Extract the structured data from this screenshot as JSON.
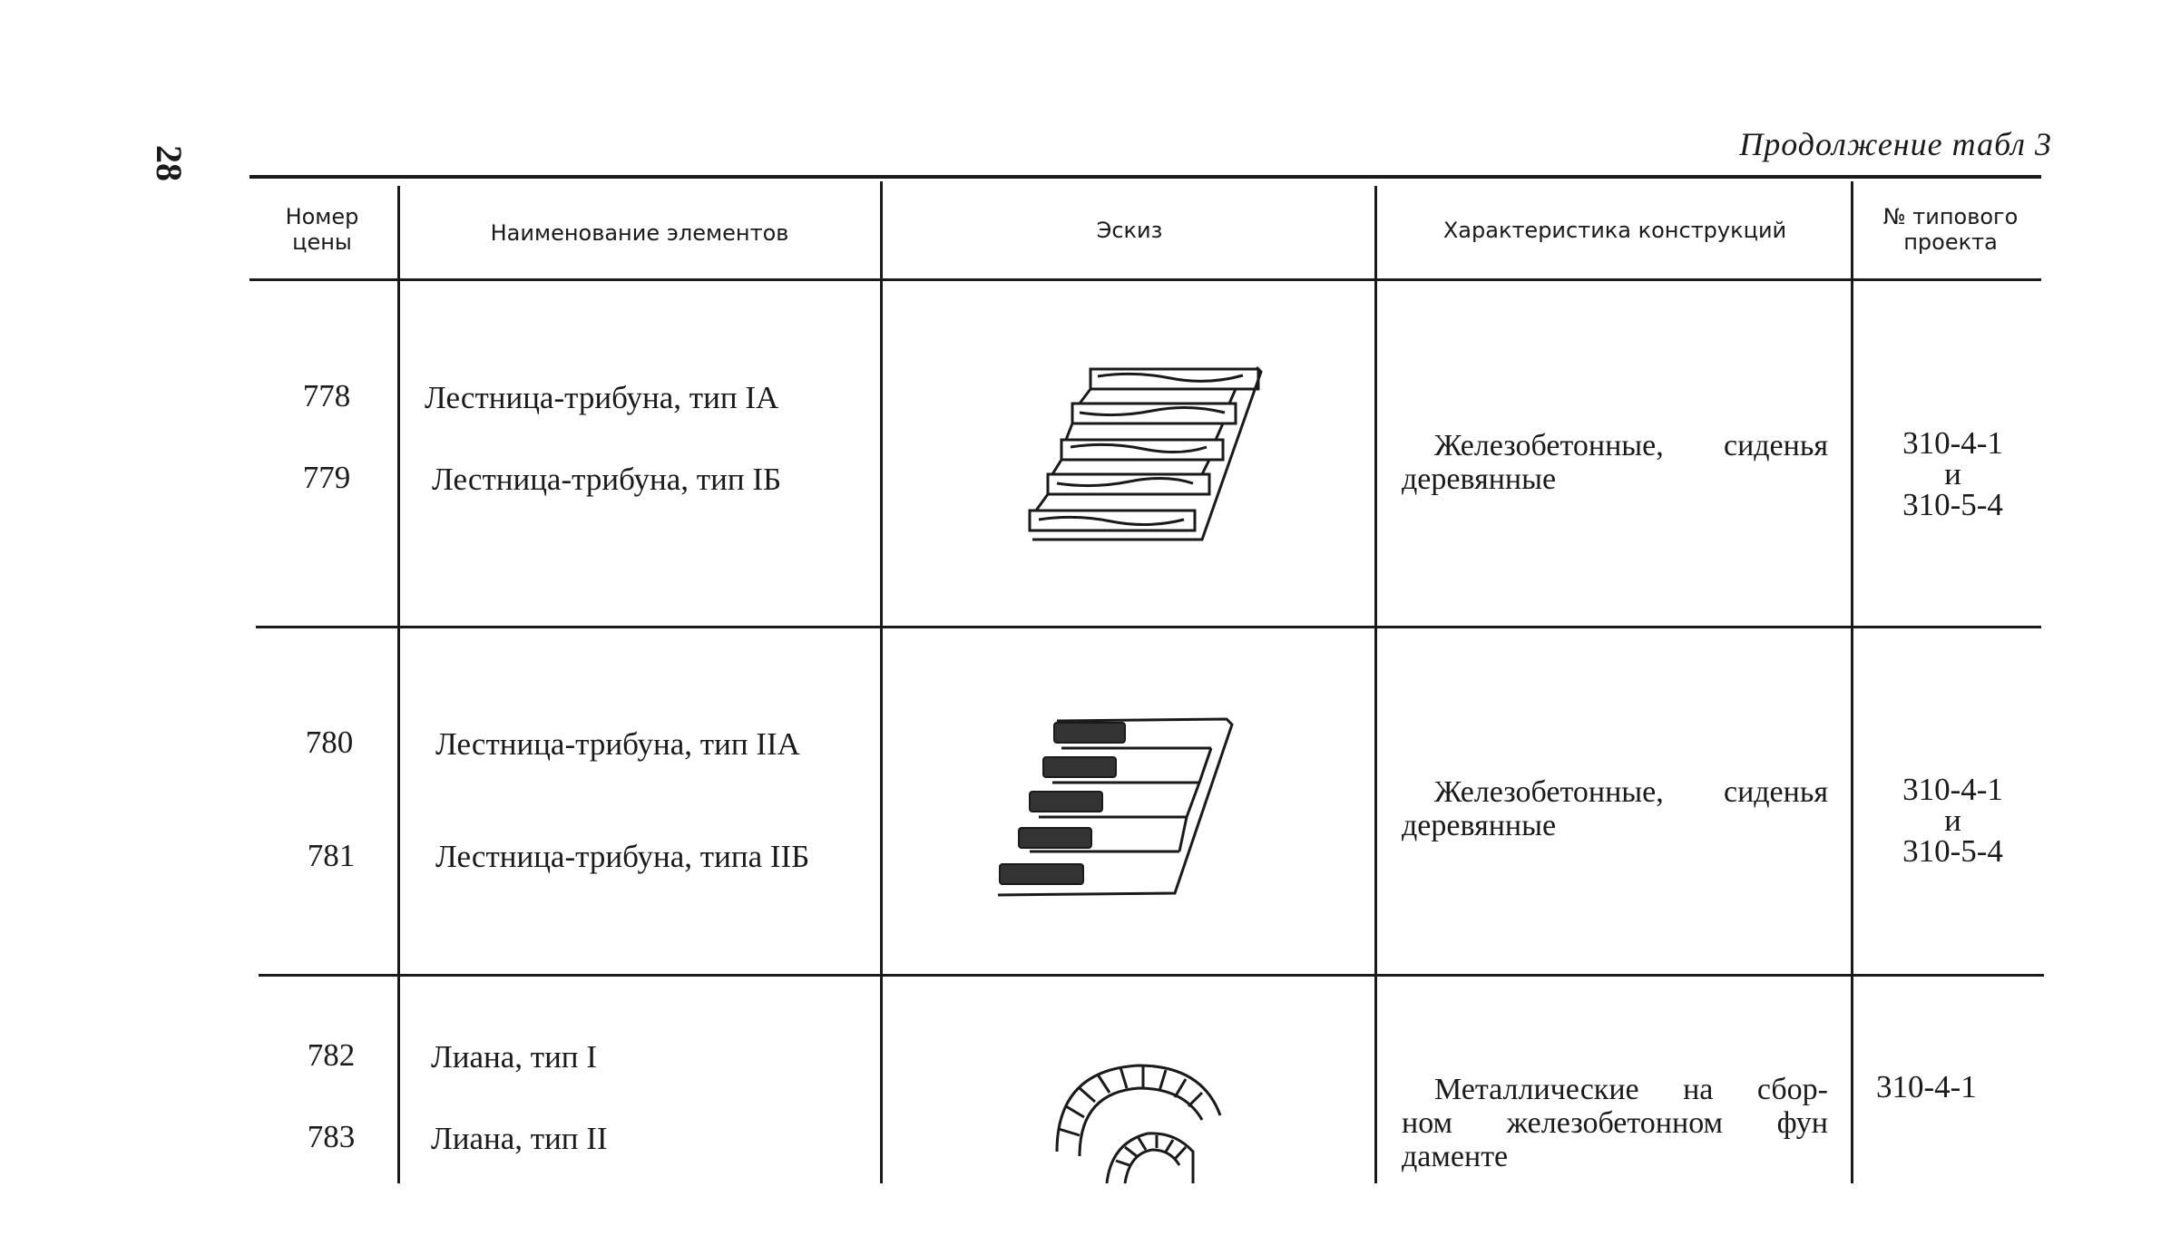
{
  "page_number": "28",
  "continuation_label": "Продолжение табл 3",
  "columns": {
    "number": "Номер цены",
    "name": "Наименование элементов",
    "sketch": "Эскиз",
    "characteristic": "Характеристика конструкций",
    "project": "№ типового проекта"
  },
  "groups": [
    {
      "items": [
        {
          "number": "778",
          "name": "Лестница-трибуна, тип IА"
        },
        {
          "number": "779",
          "name": "Лестница-трибуна, тип IБ"
        }
      ],
      "sketch_icon": "stair-stand-icon",
      "characteristic_line1": "Железобетонные, сиденья",
      "characteristic_rest": "деревянные",
      "project_line1": "310-4-1",
      "project_line2": "и",
      "project_line3": "310-5-4"
    },
    {
      "items": [
        {
          "number": "780",
          "name": "Лестница-трибуна,  тип  IIА"
        },
        {
          "number": "781",
          "name": "Лестница-трибуна, типа  IIБ"
        }
      ],
      "sketch_icon": "stair-stand-icon",
      "characteristic_line1": "Железобетонные, сиденья",
      "characteristic_rest": "деревянные",
      "project_line1": "310-4-1",
      "project_line2": "и",
      "project_line3": "310-5-4"
    },
    {
      "items": [
        {
          "number": "782",
          "name": "Лиана, тип I"
        },
        {
          "number": "783",
          "name": "Лиана, тип II"
        }
      ],
      "sketch_icon": "arch-ladder-icon",
      "characteristic_line1": "Металлические на сбор-",
      "characteristic_line2": "ном железобетонном фун",
      "characteristic_rest": "даменте",
      "project_line1": "310-4-1"
    }
  ]
}
